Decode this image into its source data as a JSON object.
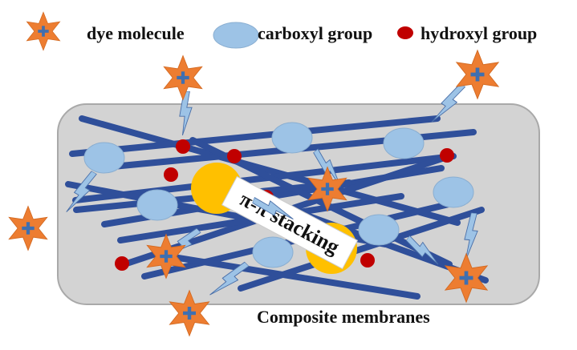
{
  "legend": {
    "dye_label": "dye molecule",
    "carboxyl_label": "carboxyl group",
    "hydroxyl_label": "hydroxyl group"
  },
  "stacking_label": "π-π stacking",
  "caption": "Composite membranes",
  "colors": {
    "membrane_fill": "#d3d3d3",
    "membrane_stroke": "#a9a9a9",
    "fiber": "#2f4f9a",
    "star_fill": "#ed7d31",
    "star_cross": "#3f6fb0",
    "carboxyl": "#9dc3e6",
    "hydroxyl": "#c00000",
    "pi_sphere": "#ffc000",
    "bolt": "#9dc3e6",
    "bolt_stroke": "#4a6fa8"
  },
  "icons": {
    "dye": "six-point-star-with-cross-icon",
    "carboxyl": "blue-ellipse-icon",
    "hydroxyl": "red-dot-icon",
    "interaction": "lightning-bolt-icon"
  }
}
